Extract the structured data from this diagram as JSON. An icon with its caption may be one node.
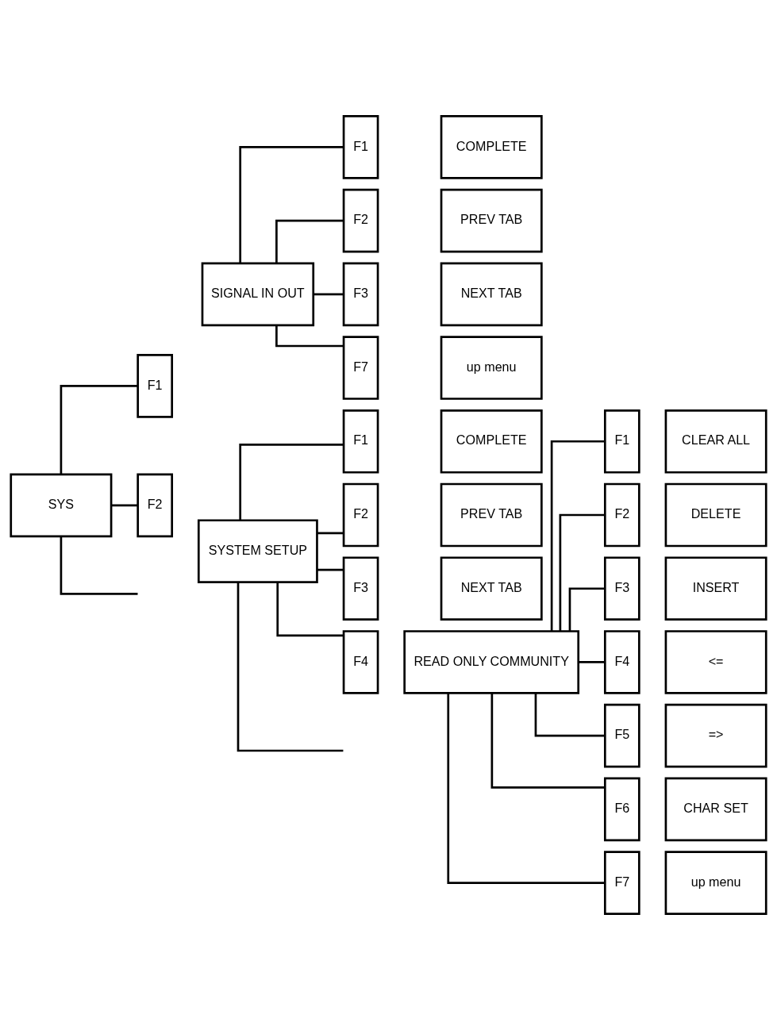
{
  "diagram": {
    "nodes": [
      {
        "text": [
          "SYS"
        ]
      },
      {
        "text": [
          "F1"
        ]
      },
      {
        "text": [
          "SIGNAL IN OUT"
        ]
      },
      {
        "text": [
          "F1"
        ]
      },
      {
        "text": [
          "COMPLETE"
        ]
      },
      {
        "text": [
          "F2"
        ]
      },
      {
        "text": [
          "PREV TAB"
        ]
      },
      {
        "text": [
          "F3"
        ]
      },
      {
        "text": [
          "NEXT TAB"
        ]
      },
      {
        "text": [
          "F7"
        ]
      },
      {
        "text": [
          "up menu"
        ]
      },
      {
        "text": [
          "F2"
        ]
      },
      {
        "text": [
          "SYSTEM SETUP"
        ]
      },
      {
        "text": [
          "F1"
        ]
      },
      {
        "text": [
          "COMPLETE"
        ]
      },
      {
        "text": [
          "F2"
        ]
      },
      {
        "text": [
          "PREV TAB"
        ]
      },
      {
        "text": [
          "F3"
        ]
      },
      {
        "text": [
          "NEXT TAB"
        ]
      },
      {
        "text": [
          "F4"
        ]
      },
      {
        "text": [
          "READ ONLY COMMUNITY"
        ]
      },
      {
        "text": [
          "F1"
        ]
      },
      {
        "text": [
          "CLEAR ALL"
        ]
      },
      {
        "text": [
          "F2"
        ]
      },
      {
        "text": [
          "DELETE"
        ]
      },
      {
        "text": [
          "F3"
        ]
      },
      {
        "text": [
          "INSERT"
        ]
      },
      {
        "text": [
          "F4"
        ]
      },
      {
        "text": [
          "<="
        ]
      },
      {
        "text": [
          "F5"
        ]
      },
      {
        "text": [
          "=>"
        ]
      },
      {
        "text": [
          "F6"
        ]
      },
      {
        "text": [
          "CHAR SET"
        ]
      },
      {
        "text": [
          "F7"
        ]
      },
      {
        "text": [
          "up menu"
        ]
      }
    ],
    "edges": [
      {
        "from": 0,
        "to": 1,
        "arrow": "none"
      },
      {
        "from": 0,
        "to": 11,
        "arrow": "none"
      },
      {
        "from": 0,
        "to": null,
        "arrow": "none"
      },
      {
        "from": 2,
        "to": 3,
        "arrow": "none"
      },
      {
        "from": 2,
        "to": 5,
        "arrow": "none"
      },
      {
        "from": 2,
        "to": 7,
        "arrow": "none"
      },
      {
        "from": 2,
        "to": 9,
        "arrow": "none"
      },
      {
        "from": 12,
        "to": 13,
        "arrow": "none"
      },
      {
        "from": 12,
        "to": 15,
        "arrow": "none"
      },
      {
        "from": 12,
        "to": 17,
        "arrow": "none"
      },
      {
        "from": 12,
        "to": 19,
        "arrow": "none"
      },
      {
        "from": 12,
        "to": null,
        "arrow": "none"
      },
      {
        "from": 20,
        "to": 21,
        "arrow": "none"
      },
      {
        "from": 20,
        "to": 23,
        "arrow": "none"
      },
      {
        "from": 20,
        "to": 25,
        "arrow": "none"
      },
      {
        "from": 20,
        "to": 27,
        "arrow": "none"
      },
      {
        "from": 20,
        "to": 29,
        "arrow": "none"
      },
      {
        "from": 20,
        "to": 31,
        "arrow": "none"
      },
      {
        "from": 20,
        "to": 33,
        "arrow": "none"
      }
    ]
  }
}
